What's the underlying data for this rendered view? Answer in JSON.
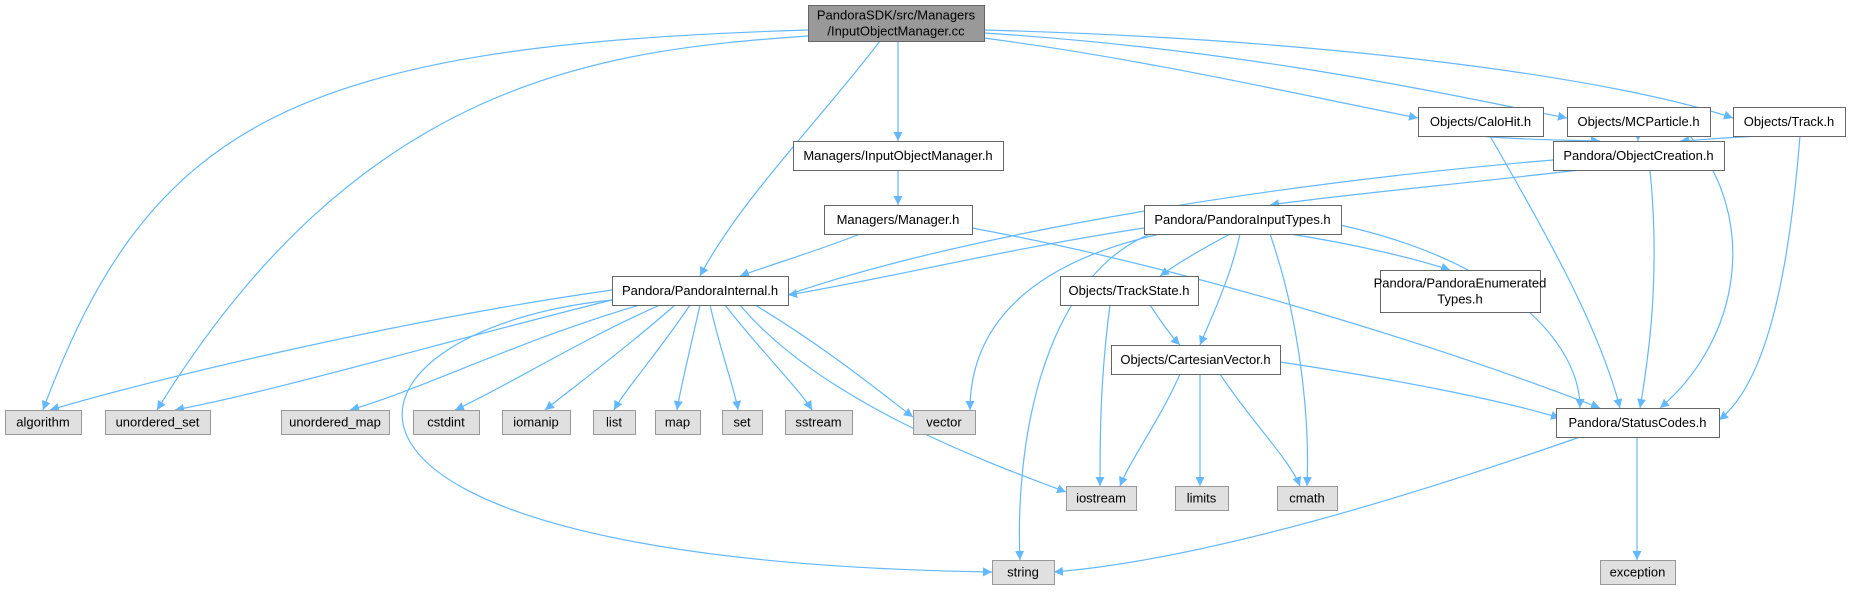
{
  "diagram": {
    "colors": {
      "root_fill": "#999999",
      "root_stroke": "#666666",
      "file_fill": "#ffffff",
      "file_stroke": "#666666",
      "system_fill": "#e0e0e0",
      "system_stroke": "#999999",
      "edge": "#63b8ff"
    },
    "nodes": [
      {
        "id": "root",
        "kind": "root",
        "lines": [
          "PandoraSDK/src/Managers",
          "/InputObjectManager.cc"
        ]
      },
      {
        "id": "input-object-manager-h",
        "kind": "file",
        "lines": [
          "Managers/InputObjectManager.h"
        ]
      },
      {
        "id": "manager-h",
        "kind": "file",
        "lines": [
          "Managers/Manager.h"
        ]
      },
      {
        "id": "pandora-internal-h",
        "kind": "file",
        "lines": [
          "Pandora/PandoraInternal.h"
        ]
      },
      {
        "id": "calohit-h",
        "kind": "file",
        "lines": [
          "Objects/CaloHit.h"
        ]
      },
      {
        "id": "mcparticle-h",
        "kind": "file",
        "lines": [
          "Objects/MCParticle.h"
        ]
      },
      {
        "id": "track-h",
        "kind": "file",
        "lines": [
          "Objects/Track.h"
        ]
      },
      {
        "id": "object-creation-h",
        "kind": "file",
        "lines": [
          "Pandora/ObjectCreation.h"
        ]
      },
      {
        "id": "pandora-input-types-h",
        "kind": "file",
        "lines": [
          "Pandora/PandoraInputTypes.h"
        ]
      },
      {
        "id": "track-state-h",
        "kind": "file",
        "lines": [
          "Objects/TrackState.h"
        ]
      },
      {
        "id": "cartesian-vector-h",
        "kind": "file",
        "lines": [
          "Objects/CartesianVector.h"
        ]
      },
      {
        "id": "pandora-enumerated-types-h",
        "kind": "file",
        "lines": [
          "Pandora/PandoraEnumerated",
          "Types.h"
        ]
      },
      {
        "id": "status-codes-h",
        "kind": "file",
        "lines": [
          "Pandora/StatusCodes.h"
        ]
      },
      {
        "id": "algorithm",
        "kind": "system",
        "lines": [
          "algorithm"
        ]
      },
      {
        "id": "unordered-set",
        "kind": "system",
        "lines": [
          "unordered_set"
        ]
      },
      {
        "id": "unordered-map",
        "kind": "system",
        "lines": [
          "unordered_map"
        ]
      },
      {
        "id": "cstdint",
        "kind": "system",
        "lines": [
          "cstdint"
        ]
      },
      {
        "id": "iomanip",
        "kind": "system",
        "lines": [
          "iomanip"
        ]
      },
      {
        "id": "list",
        "kind": "system",
        "lines": [
          "list"
        ]
      },
      {
        "id": "map",
        "kind": "system",
        "lines": [
          "map"
        ]
      },
      {
        "id": "set",
        "kind": "system",
        "lines": [
          "set"
        ]
      },
      {
        "id": "sstream",
        "kind": "system",
        "lines": [
          "sstream"
        ]
      },
      {
        "id": "vector",
        "kind": "system",
        "lines": [
          "vector"
        ]
      },
      {
        "id": "iostream",
        "kind": "system",
        "lines": [
          "iostream"
        ]
      },
      {
        "id": "limits",
        "kind": "system",
        "lines": [
          "limits"
        ]
      },
      {
        "id": "cmath",
        "kind": "system",
        "lines": [
          "cmath"
        ]
      },
      {
        "id": "string",
        "kind": "system",
        "lines": [
          "string"
        ]
      },
      {
        "id": "exception",
        "kind": "system",
        "lines": [
          "exception"
        ]
      }
    ],
    "edges": [
      {
        "from": "root",
        "to": "algorithm"
      },
      {
        "from": "root",
        "to": "unordered-set"
      },
      {
        "from": "root",
        "to": "pandora-internal-h"
      },
      {
        "from": "root",
        "to": "input-object-manager-h"
      },
      {
        "from": "root",
        "to": "calohit-h"
      },
      {
        "from": "root",
        "to": "mcparticle-h"
      },
      {
        "from": "root",
        "to": "track-h"
      },
      {
        "from": "input-object-manager-h",
        "to": "manager-h"
      },
      {
        "from": "manager-h",
        "to": "pandora-internal-h"
      },
      {
        "from": "manager-h",
        "to": "status-codes-h"
      },
      {
        "from": "calohit-h",
        "to": "object-creation-h"
      },
      {
        "from": "calohit-h",
        "to": "status-codes-h"
      },
      {
        "from": "mcparticle-h",
        "to": "object-creation-h"
      },
      {
        "from": "mcparticle-h",
        "to": "status-codes-h"
      },
      {
        "from": "track-h",
        "to": "object-creation-h"
      },
      {
        "from": "track-h",
        "to": "status-codes-h"
      },
      {
        "from": "object-creation-h",
        "to": "pandora-internal-h"
      },
      {
        "from": "object-creation-h",
        "to": "pandora-input-types-h"
      },
      {
        "from": "object-creation-h",
        "to": "status-codes-h"
      },
      {
        "from": "pandora-input-types-h",
        "to": "pandora-internal-h"
      },
      {
        "from": "pandora-input-types-h",
        "to": "vector"
      },
      {
        "from": "pandora-input-types-h",
        "to": "string"
      },
      {
        "from": "pandora-input-types-h",
        "to": "track-state-h"
      },
      {
        "from": "pandora-input-types-h",
        "to": "cartesian-vector-h"
      },
      {
        "from": "pandora-input-types-h",
        "to": "cmath"
      },
      {
        "from": "pandora-input-types-h",
        "to": "pandora-enumerated-types-h"
      },
      {
        "from": "pandora-input-types-h",
        "to": "status-codes-h"
      },
      {
        "from": "pandora-internal-h",
        "to": "algorithm"
      },
      {
        "from": "pandora-internal-h",
        "to": "unordered-set"
      },
      {
        "from": "pandora-internal-h",
        "to": "unordered-map"
      },
      {
        "from": "pandora-internal-h",
        "to": "cstdint"
      },
      {
        "from": "pandora-internal-h",
        "to": "iomanip"
      },
      {
        "from": "pandora-internal-h",
        "to": "list"
      },
      {
        "from": "pandora-internal-h",
        "to": "map"
      },
      {
        "from": "pandora-internal-h",
        "to": "set"
      },
      {
        "from": "pandora-internal-h",
        "to": "sstream"
      },
      {
        "from": "pandora-internal-h",
        "to": "vector"
      },
      {
        "from": "pandora-internal-h",
        "to": "iostream"
      },
      {
        "from": "pandora-internal-h",
        "to": "string"
      },
      {
        "from": "track-state-h",
        "to": "iostream"
      },
      {
        "from": "track-state-h",
        "to": "cartesian-vector-h"
      },
      {
        "from": "cartesian-vector-h",
        "to": "iostream"
      },
      {
        "from": "cartesian-vector-h",
        "to": "limits"
      },
      {
        "from": "cartesian-vector-h",
        "to": "cmath"
      },
      {
        "from": "cartesian-vector-h",
        "to": "status-codes-h"
      },
      {
        "from": "status-codes-h",
        "to": "string"
      },
      {
        "from": "status-codes-h",
        "to": "exception"
      }
    ]
  }
}
